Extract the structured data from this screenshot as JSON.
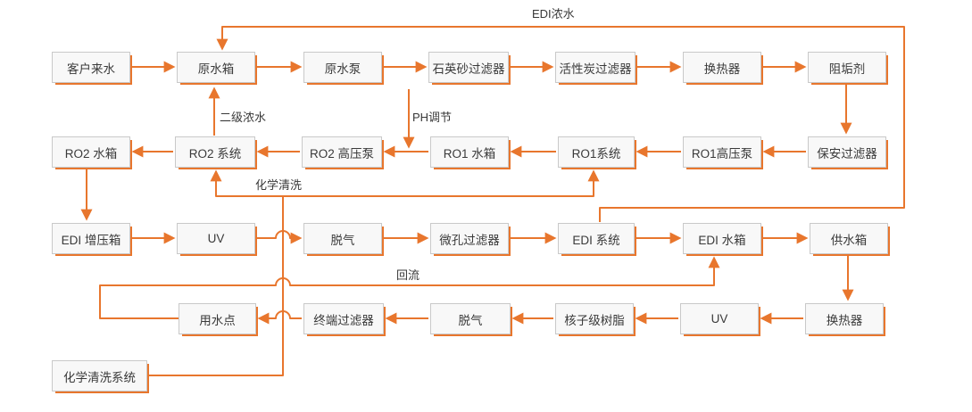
{
  "diagram": {
    "accent_color": "#E8762D",
    "node_fill": "#F8F8F8",
    "node_border": "#C9C9C9",
    "text_color": "#3A3A3A",
    "nodes": [
      {
        "label": "客户来水"
      },
      {
        "label": "原水箱"
      },
      {
        "label": "原水泵"
      },
      {
        "label": "石英砂过滤器"
      },
      {
        "label": "活性炭过滤器"
      },
      {
        "label": "换热器"
      },
      {
        "label": "阻垢剂"
      },
      {
        "label": "RO2 水箱"
      },
      {
        "label": "RO2 系统"
      },
      {
        "label": "RO2 高压泵"
      },
      {
        "label": "RO1 水箱"
      },
      {
        "label": "RO1系统"
      },
      {
        "label": "RO1高压泵"
      },
      {
        "label": "保安过滤器"
      },
      {
        "label": "EDI 增压箱"
      },
      {
        "label": "UV"
      },
      {
        "label": "脱气"
      },
      {
        "label": "微孔过滤器"
      },
      {
        "label": "EDI 系统"
      },
      {
        "label": "EDI 水箱"
      },
      {
        "label": "供水箱"
      },
      {
        "label": "用水点"
      },
      {
        "label": "终端过滤器"
      },
      {
        "label": "脱气"
      },
      {
        "label": "核子级树脂"
      },
      {
        "label": "UV"
      },
      {
        "label": "换热器"
      },
      {
        "label": "化学清洗系统"
      }
    ],
    "edge_labels": {
      "edi_concentrate": "EDI浓水",
      "secondary_concentrate": "二级浓水",
      "ph_adjust": "PH调节",
      "chemical_cleaning": "化学清洗",
      "backflow": "回流"
    }
  }
}
